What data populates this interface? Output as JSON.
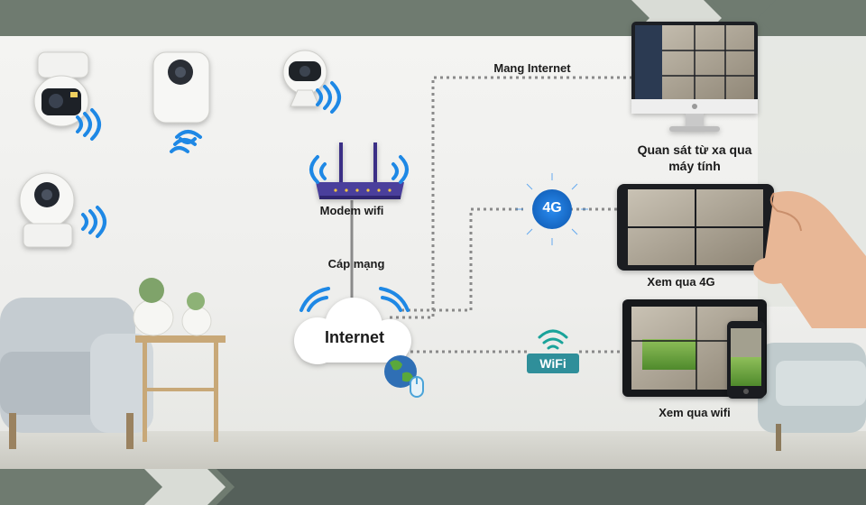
{
  "labels": {
    "internet_link": "Mang Internet",
    "modem": "Modem wifi",
    "cable": "Cáp mạng",
    "internet": "Internet",
    "pc_view": "Quan sát từ xa qua",
    "pc_view_2": "máy tính",
    "view_4g": "Xem qua 4G",
    "view_wifi": "Xem qua wifi"
  },
  "badges": {
    "g4": "4G",
    "wifi": "WiFi"
  },
  "colors": {
    "band": "#6f7b70",
    "signal_blue": "#1e88e5",
    "router_purple": "#4a3f9c",
    "dotted_line": "#8a8a8a",
    "wifi_badge": "#2f8f9a"
  }
}
